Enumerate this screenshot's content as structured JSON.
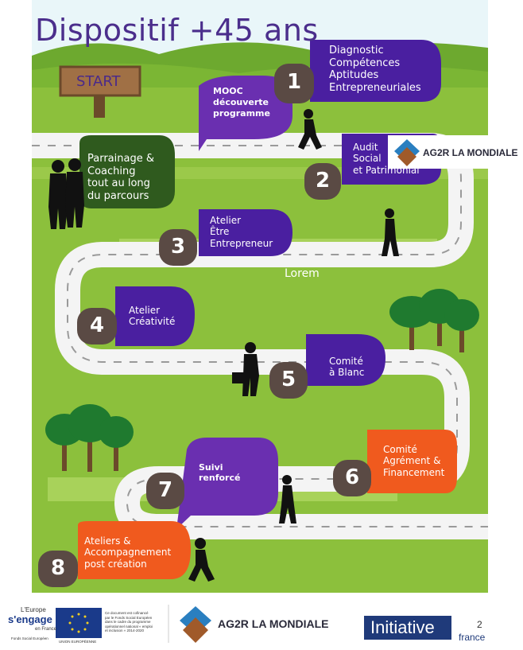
{
  "title": "Dispositif +45 ans",
  "start_sign": "START",
  "steps": [
    {
      "num": "1",
      "text": [
        "Diagnostic",
        "Compétences",
        "Aptitudes",
        "Entrepreneuriales"
      ]
    },
    {
      "num": "2",
      "text": [
        "Audit",
        "Social",
        "et Patrimonial"
      ]
    },
    {
      "num": "3",
      "text": [
        "Atelier",
        "Être",
        "Entrepreneur"
      ]
    },
    {
      "num": "4",
      "text": [
        "Atelier",
        "Créativité"
      ]
    },
    {
      "num": "5",
      "text": [
        "Comité",
        "à Blanc"
      ]
    },
    {
      "num": "6",
      "text": [
        "Comité",
        "Agrément &",
        "Financement"
      ]
    },
    {
      "num": "7",
      "text": [
        "Suivi",
        "renforcé"
      ]
    },
    {
      "num": "8",
      "text": [
        "Ateliers &",
        "Accompagnement",
        "post création"
      ]
    }
  ],
  "mooc": [
    "MOOC",
    "découverte",
    "programme"
  ],
  "parrainage": [
    "Parrainage &",
    "Coaching",
    "tout au long",
    "du parcours"
  ],
  "lorem": "Lorem",
  "ag2r_badge": "AG2R LA MONDIALE",
  "footer": {
    "europe_top": "L'Europe",
    "europe_main": "s'engage",
    "europe_sub": "en France",
    "fse_label": "Fonds Social Européen",
    "eu_label": "UNION EUROPÉENNE",
    "cofinance": "Ce document est cofinancé\npar le Fonds Social Européen\ndans le cadre du programme\nopérationnel national « emploi\net inclusion » 2014-2020",
    "ag2r": "AG2R LA MONDIALE",
    "initiative": "Initiative",
    "france": "france",
    "page_number": "2"
  },
  "colors": {
    "purple": "#4a1fa0",
    "violet": "#6a2fb0",
    "dark_green": "#2f5a1e",
    "orange": "#f05a1e",
    "brown": "#5a4a44",
    "grass": "#8fc13e",
    "sky": "#e8f5f8",
    "road": "#f2f2f2"
  }
}
